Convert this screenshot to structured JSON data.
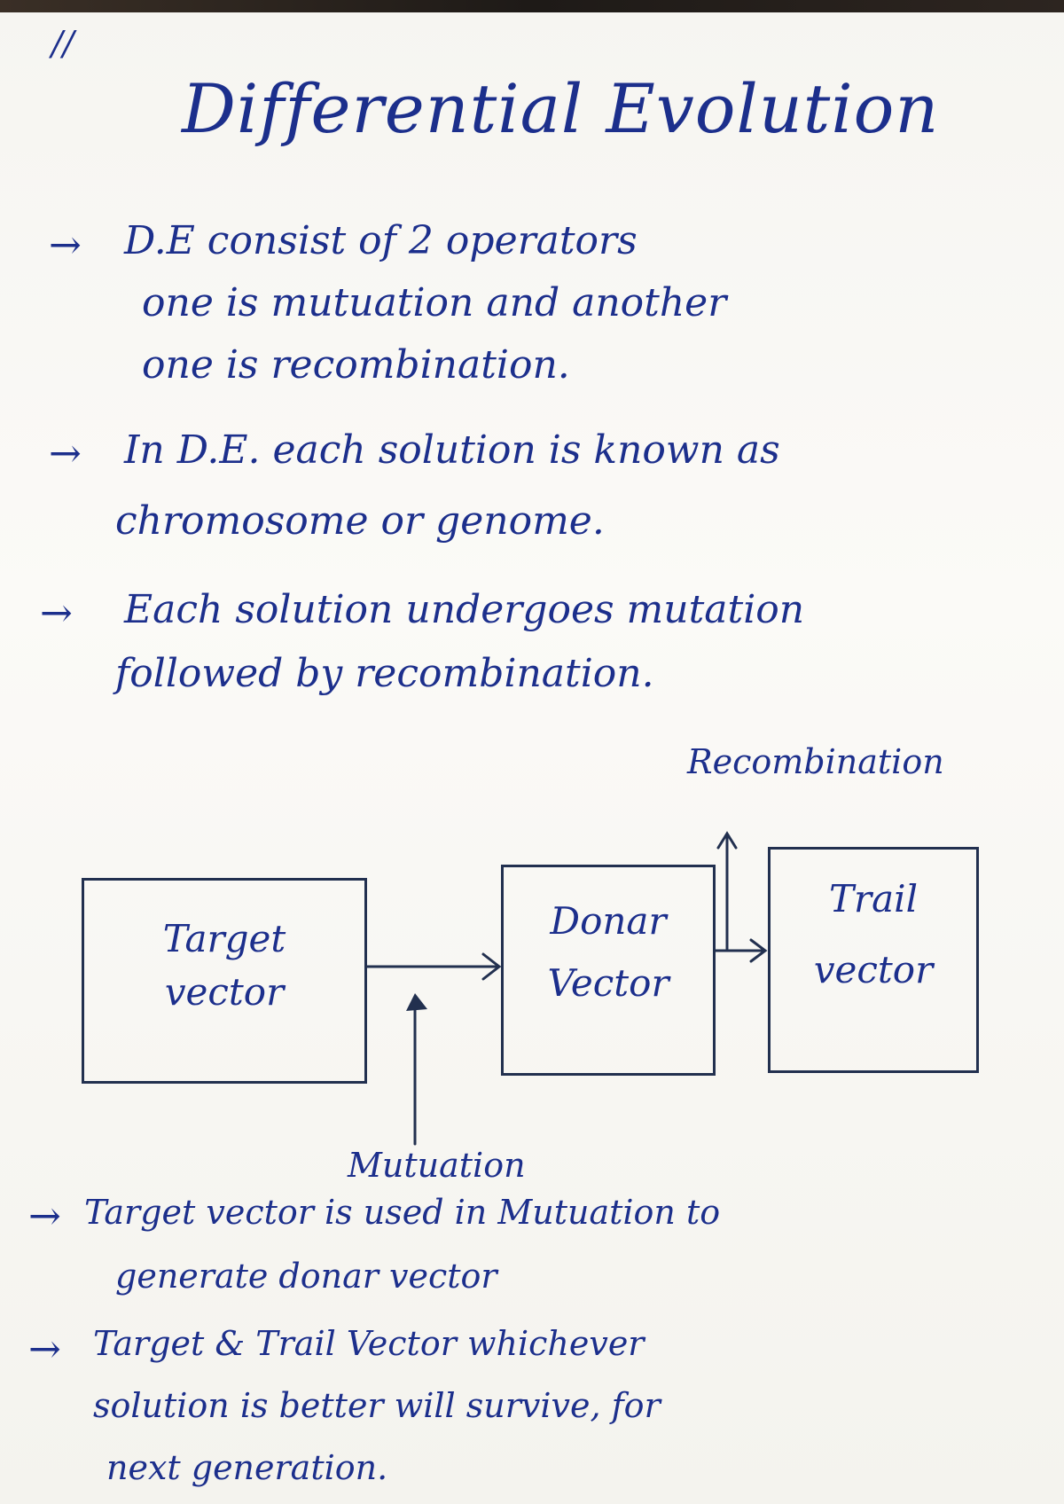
{
  "page_mark": "//",
  "title": "Differential Evolution",
  "bullets": [
    {
      "arrow": "→",
      "lines": [
        "D.E consist of 2 operators",
        "one is mutuation and another",
        "one is recombination."
      ]
    },
    {
      "arrow": "→",
      "lines": [
        "In D.E. each solution is known as",
        "chromosome or genome."
      ]
    },
    {
      "arrow": "→",
      "lines": [
        "Each solution undergoes mutation",
        "followed by recombination."
      ]
    }
  ],
  "diagram": {
    "boxes": [
      {
        "line1": "Target",
        "line2": "vector"
      },
      {
        "line1": "Donar",
        "line2": "Vector"
      },
      {
        "line1": "Trail",
        "line2": "vector"
      }
    ],
    "labels": {
      "recombination": "Recombination",
      "mutuation": "Mutuation"
    }
  },
  "notes": [
    {
      "arrow": "→",
      "lines": [
        "Target vector is used in Mutuation to",
        "generate donar vector"
      ]
    },
    {
      "arrow": "→",
      "lines": [
        "Target & Trail Vector whichever",
        "solution is better will survive, for",
        "next generation."
      ]
    }
  ],
  "colors": {
    "ink": "#1c2f8c",
    "box_ink": "#22304f",
    "paper": "#f8f7f3"
  }
}
